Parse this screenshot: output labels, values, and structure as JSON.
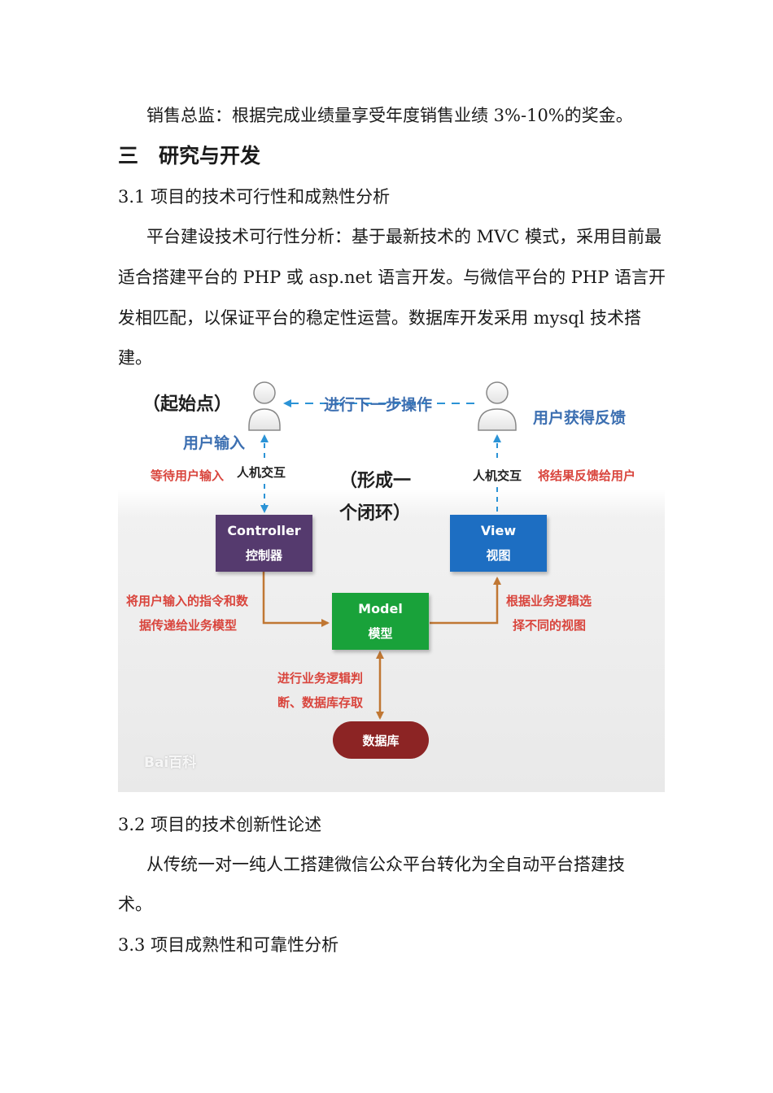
{
  "paragraphs": {
    "p1": "销售总监：根据完成业绩量享受年度销售业绩 3%-10%的奖金。",
    "h_num": "三",
    "h_title": "研究与开发",
    "s31": "3.1  项目的技术可行性和成熟性分析",
    "p2_l1": "平台建设技术可行性分析：基于最新技术的 MVC 模式，采用目前最",
    "p2_l2": "适合搭建平台的 PHP 或 asp.net 语言开发。与微信平台的 PHP 语言开",
    "p2_l3": "发相匹配，以保证平台的稳定性运营。数据库开发采用 mysql 技术搭",
    "p2_l4": "建。",
    "s32": "3.2 项目的技术创新性论述",
    "p3_l1": "从传统一对一纯人工搭建微信公众平台转化为全自动平台搭建技",
    "p3_l2": "术。",
    "s33": "3.3 项目成熟性和可靠性分析"
  },
  "diagram": {
    "start": "（起始点）",
    "next_step": "进行下一步操作",
    "user_input": "用户输入",
    "user_feedback": "用户获得反馈",
    "wait_input": "等待用户输入",
    "hci_left": "人机交互",
    "hci_right": "人机交互",
    "feedback_to_user": "将结果反馈给用户",
    "loop_l1": "（形成一",
    "loop_l2": "个闭环）",
    "controller_en": "Controller",
    "controller_zh": "控制器",
    "view_en": "View",
    "view_zh": "视图",
    "model_en": "Model",
    "model_zh": "模型",
    "db": "数据库",
    "pass_l1": "将用户输入的指令和数",
    "pass_l2": "据传递给业务模型",
    "choose_l1": "根据业务逻辑选",
    "choose_l2": "择不同的视图",
    "logic_l1": "进行业务逻辑判",
    "logic_l2": "断、数据库存取",
    "watermark": "Bai百科",
    "colors": {
      "controller": "#553a6e",
      "view": "#1d6ec2",
      "model": "#19a23a",
      "db": "#8c2424",
      "arrow_orange": "#c07733",
      "arrow_blue": "#2b93d6"
    }
  }
}
